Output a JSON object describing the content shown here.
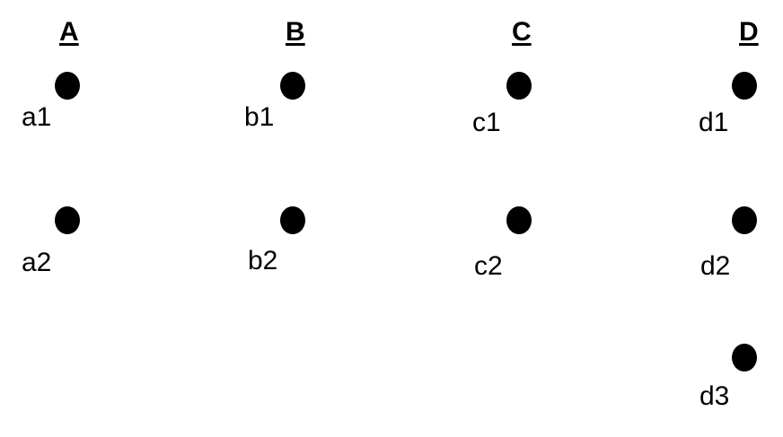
{
  "groups": [
    {
      "header": "A",
      "nodes": [
        "a1",
        "a2"
      ]
    },
    {
      "header": "B",
      "nodes": [
        "b1",
        "b2"
      ]
    },
    {
      "header": "C",
      "nodes": [
        "c1",
        "c2"
      ]
    },
    {
      "header": "D",
      "nodes": [
        "d1",
        "d2",
        "d3"
      ]
    }
  ],
  "colors": {
    "background": "#ffffff",
    "node": "#000000",
    "text": "#000000"
  }
}
